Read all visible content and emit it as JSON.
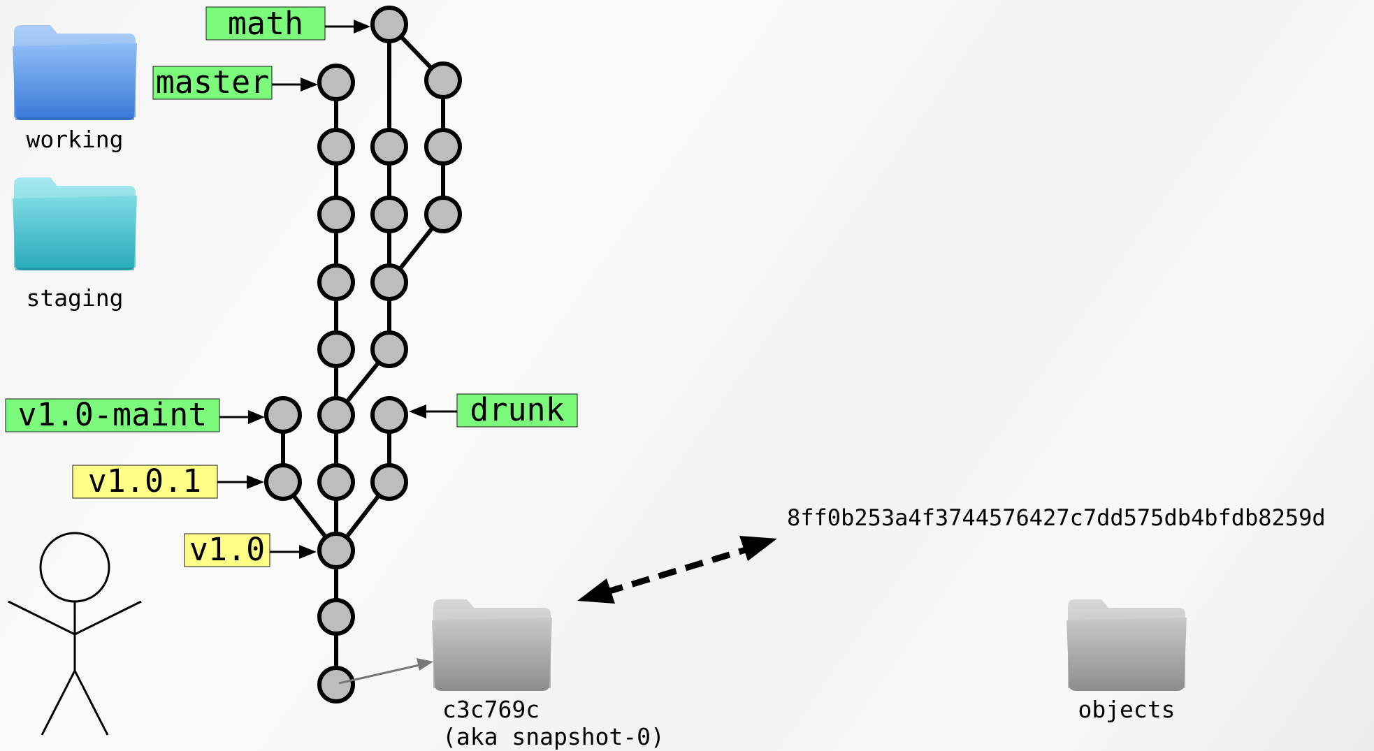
{
  "folders": {
    "working": "working",
    "staging": "staging",
    "snapshot_id": "c3c769c",
    "snapshot_alias": "(aka snapshot-0)",
    "objects": "objects"
  },
  "branches": {
    "math": "math",
    "master": "master",
    "v1_0_maint": "v1.0-maint",
    "drunk": "drunk"
  },
  "tags": {
    "v1_0_1": "v1.0.1",
    "v1_0": "v1.0"
  },
  "hash": "8ff0b253a4f3744576427c7dd575db4bfdb8259d",
  "colors": {
    "branch_label": "#7cfa7c",
    "tag_label": "#ffff88",
    "commit_fill": "#bdbdbd",
    "folder_blue": "#5a97e8",
    "folder_teal": "#3bbccc",
    "folder_gray": "#9a9a9a"
  }
}
